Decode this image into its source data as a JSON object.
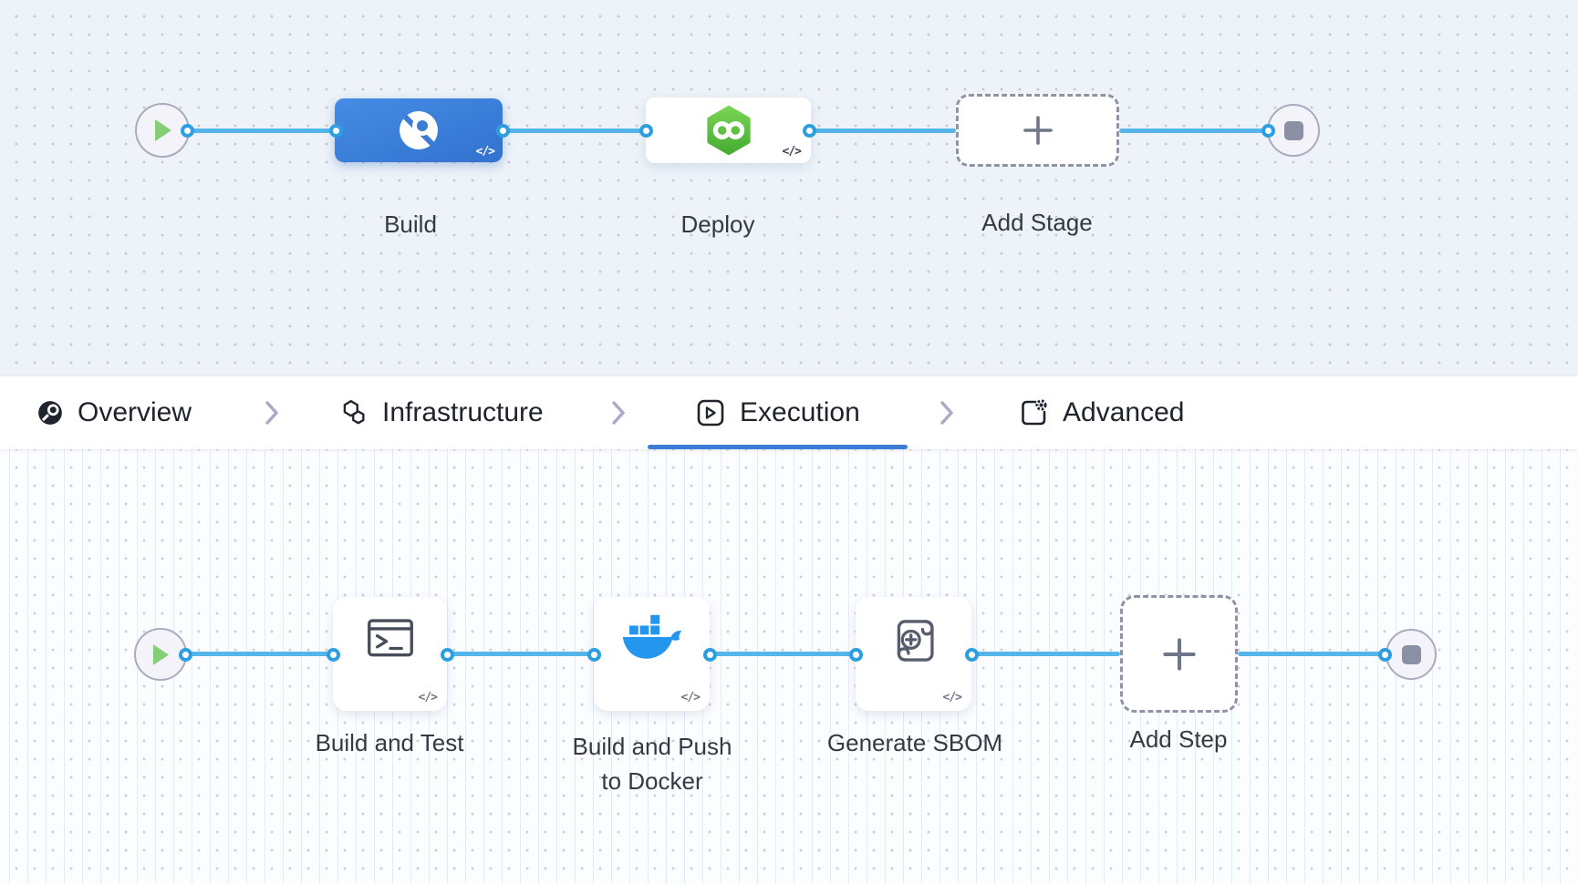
{
  "colors": {
    "edge_blue": "#56b6ea",
    "port_ring_blue": "#2d9ee0",
    "stage_build_blue": "#3b7fdb",
    "deploy_green": "#5fc043",
    "docker_blue": "#2496ed",
    "active_tab_underline": "#3d7dd8",
    "canvas_top_bg": "#edf3f9",
    "canvas_bottom_bg": "#fcfdff"
  },
  "stage_pipeline": {
    "start_icon": "play-icon",
    "end_icon": "stop-icon",
    "stages": [
      {
        "label": "Build",
        "icon": "harness-ci-icon",
        "code_glyph": "</>"
      },
      {
        "label": "Deploy",
        "icon": "harness-cd-icon",
        "code_glyph": "</>"
      },
      {
        "label": "Add Stage",
        "icon": "plus-icon"
      }
    ]
  },
  "tabs": {
    "separator": "chevron-right",
    "items": [
      {
        "label": "Overview",
        "icon": "overview-icon",
        "active": false
      },
      {
        "label": "Infrastructure",
        "icon": "infrastructure-icon",
        "active": false
      },
      {
        "label": "Execution",
        "icon": "execution-icon",
        "active": true
      },
      {
        "label": "Advanced",
        "icon": "advanced-icon",
        "active": false
      }
    ]
  },
  "step_pipeline": {
    "start_icon": "play-icon",
    "end_icon": "stop-icon",
    "steps": [
      {
        "label": "Build and Test",
        "icon": "run-step-icon",
        "code_glyph": "</>"
      },
      {
        "label": "Build and Push to Docker",
        "icon": "docker-icon",
        "code_glyph": "</>"
      },
      {
        "label": "Generate SBOM",
        "icon": "sbom-icon",
        "code_glyph": "</>"
      },
      {
        "label": "Add Step",
        "icon": "plus-icon"
      }
    ]
  }
}
